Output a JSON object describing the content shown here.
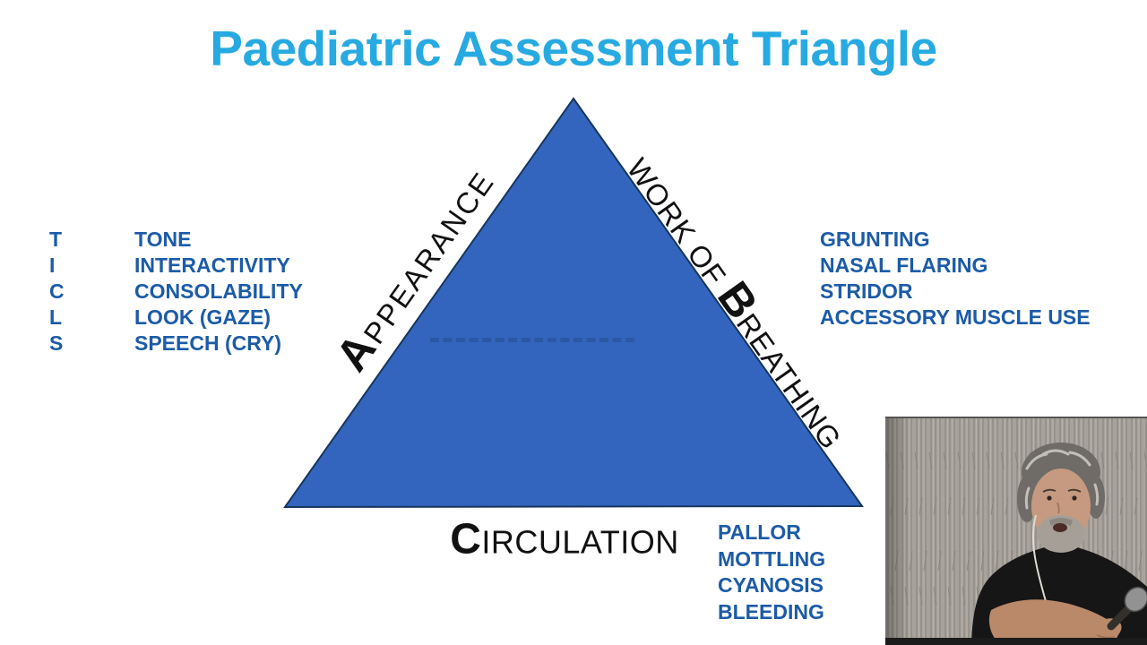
{
  "title": {
    "text": "Paediatric Assessment Triangle"
  },
  "colors": {
    "title_color": "#27AAE1",
    "list_text": "#1C5BA8",
    "triangle_fill": "#3365BF",
    "triangle_stroke": "#17365D",
    "label_color": "#111111"
  },
  "triangle": {
    "labels": {
      "appearance": {
        "initial": "A",
        "rest": "PPEARANCE"
      },
      "work_of_breathing": {
        "prefix": "WORK OF ",
        "initial": "B",
        "rest": "REATHING"
      },
      "circulation": {
        "initial": "C",
        "rest": "IRCULATION"
      }
    }
  },
  "appearance_list": {
    "acronym": [
      "T",
      "I",
      "C",
      "L",
      "S"
    ],
    "items": [
      "TONE",
      "INTERACTIVITY",
      "CONSOLABILITY",
      "LOOK (GAZE)",
      "SPEECH (CRY)"
    ]
  },
  "breathing_list": [
    "GRUNTING",
    "NASAL FLARING",
    "STRIDOR",
    "ACCESSORY MUSCLE USE"
  ],
  "circulation_list": [
    "PALLOR",
    "MOTTLING",
    "CYANOSIS",
    "BLEEDING"
  ]
}
